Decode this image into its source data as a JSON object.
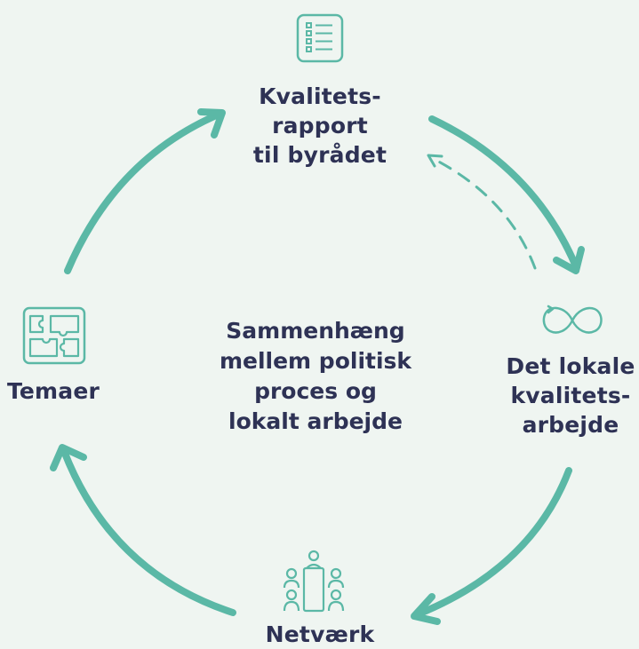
{
  "diagram": {
    "center_text": {
      "line1": "Sammenhæng",
      "line2": "mellem politisk",
      "line3": "proces og",
      "line4": "lokalt arbejde"
    },
    "nodes": {
      "report": {
        "line1": "Kvalitets-",
        "line2": "rapport",
        "line3": "til byrådet",
        "icon": "checklist-icon"
      },
      "local_work": {
        "line1": "Det lokale",
        "line2": "kvalitets-",
        "line3": "arbejde",
        "icon": "infinity-loop-icon"
      },
      "network": {
        "line1": "Netværk",
        "icon": "meeting-table-icon"
      },
      "themes": {
        "line1": "Temaer",
        "icon": "puzzle-icon"
      }
    },
    "colors": {
      "accent": "#5bb8a6",
      "text": "#2e3255",
      "background": "#eff5f1"
    }
  }
}
